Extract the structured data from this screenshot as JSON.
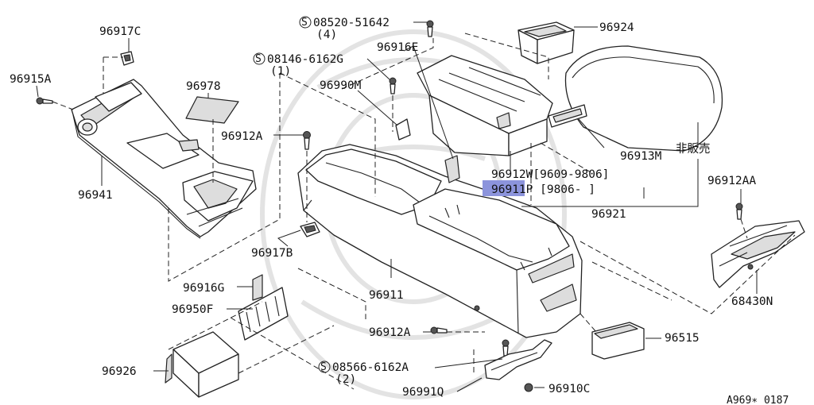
{
  "labels": {
    "p96917C": "96917C",
    "p96915A": "96915A",
    "p96978": "96978",
    "p96912A_top": "96912A",
    "p96941": "96941",
    "p96917B": "96917B",
    "p96916G": "96916G",
    "p96950F": "96950F",
    "p96926": "96926",
    "screw_a_code": "08520-51642",
    "screw_a_qty": "(4)",
    "screw_b_code": "08146-6162G",
    "screw_b_qty": "(1)",
    "screw_c_code": "08566-6162A",
    "screw_c_qty": "(2)",
    "screw_symbol": "S",
    "p96916E": "96916E",
    "p96990M": "96990M",
    "p96924": "96924",
    "p96913M": "96913M",
    "not_sold": "非販売",
    "p96912W": "96912W[9609-9806]",
    "p96911P": "96911P [9806-     ]",
    "p96921": "96921",
    "p96912AA": "96912AA",
    "p68430N": "68430N",
    "p96911": "96911",
    "p96912A_bottom": "96912A",
    "p96515": "96515",
    "p96991Q": "96991Q",
    "p96910C": "96910C",
    "diagram_code": "A969∗ 0187"
  },
  "highlight_color": "#8c94dc"
}
